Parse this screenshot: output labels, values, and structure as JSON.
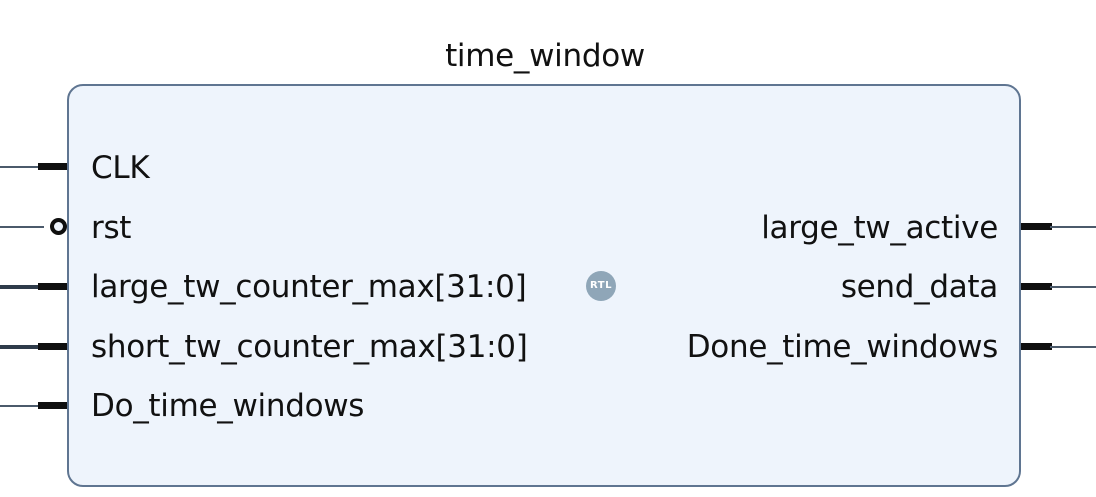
{
  "module": {
    "name": "time_window",
    "badge": "RTL"
  },
  "inputs": [
    {
      "label": "CLK",
      "kind": "clock"
    },
    {
      "label": "rst",
      "kind": "inverted"
    },
    {
      "label": "large_tw_counter_max[31:0]",
      "kind": "bus"
    },
    {
      "label": "short_tw_counter_max[31:0]",
      "kind": "bus"
    },
    {
      "label": "Do_time_windows",
      "kind": "signal"
    }
  ],
  "outputs": [
    {
      "label": "large_tw_active",
      "kind": "signal"
    },
    {
      "label": "send_data",
      "kind": "signal"
    },
    {
      "label": "Done_time_windows",
      "kind": "signal"
    }
  ]
}
